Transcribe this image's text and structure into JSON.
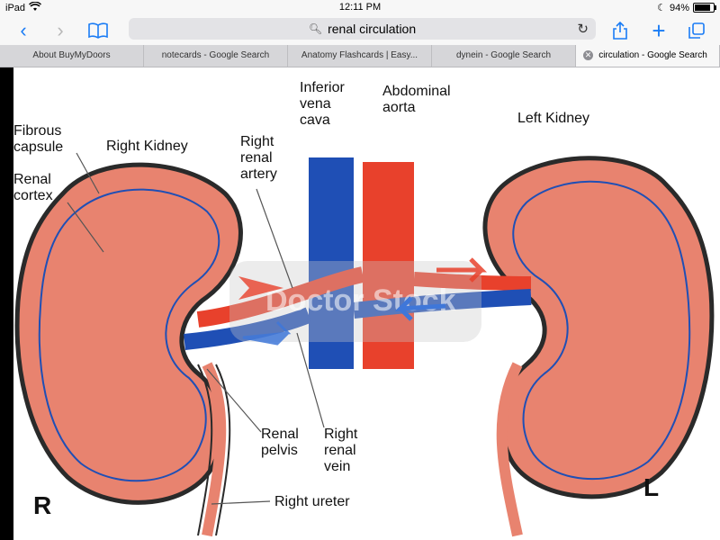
{
  "status": {
    "device": "iPad",
    "time": "12:11 PM",
    "battery": "94%",
    "battery_level": 0.94
  },
  "browser": {
    "url_text": "renal circulation",
    "tabs": [
      {
        "label": "About BuyMyDoors"
      },
      {
        "label": "notecards - Google Search"
      },
      {
        "label": "Anatomy Flashcards | Easy..."
      },
      {
        "label": "dynein - Google Search"
      },
      {
        "label": "circulation - Google Search",
        "active": true
      }
    ]
  },
  "figure": {
    "labels": {
      "fibrous_capsule": "Fibrous\ncapsule",
      "right_kidney": "Right Kidney",
      "renal_cortex": "Renal\ncortex",
      "right_renal_artery": "Right\nrenal\nartery",
      "inferior_vena_cava": "Inferior\nvena\ncava",
      "abdominal_aorta": "Abdominal\naorta",
      "left_kidney": "Left Kidney",
      "renal_pelvis": "Renal\npelvis",
      "right_renal_vein": "Right\nrenal\nvein",
      "right_ureter": "Right ureter",
      "side_r": "R",
      "side_l": "L"
    },
    "watermark": "Doctor Stock",
    "colors": {
      "artery": "#e8412c",
      "vein": "#1f4fb5",
      "kidney": "#e8836f",
      "capsule": "#2a2a2a"
    }
  }
}
